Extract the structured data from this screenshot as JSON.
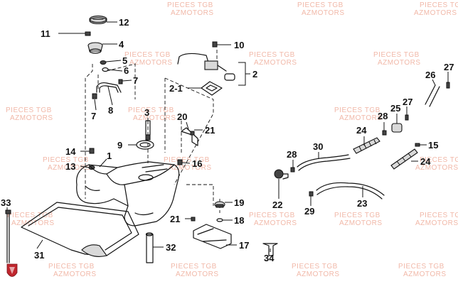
{
  "watermark": {
    "line1": "PIECES TGB",
    "line2": "AZMOTORS"
  },
  "callouts": {
    "c12": "12",
    "c11": "11",
    "c4": "4",
    "c5": "5",
    "c6": "6",
    "c7a": "7",
    "c7b": "7",
    "c8": "8",
    "c3": "3",
    "c9": "9",
    "c14": "14",
    "c1": "1",
    "c13": "13",
    "c10": "10",
    "c2": "2",
    "c2_1": "2-1",
    "c20": "20",
    "c21a": "21",
    "c16": "16",
    "c19": "19",
    "c18": "18",
    "c21b": "21",
    "c17": "17",
    "c33": "33",
    "c31": "31",
    "c32": "32",
    "c34": "34",
    "c26": "26",
    "c27a": "27",
    "c27b": "27",
    "c28a": "28",
    "c25": "25",
    "c24a": "24",
    "c15": "15",
    "c24b": "24",
    "c30": "30",
    "c28b": "28",
    "c22": "22",
    "c29": "29",
    "c23": "23"
  },
  "colors": {
    "line": "#111111",
    "watermark": "#f1b8a8",
    "logo": "#c0262d"
  },
  "icons": {
    "logo": "brand-shield-logo"
  }
}
